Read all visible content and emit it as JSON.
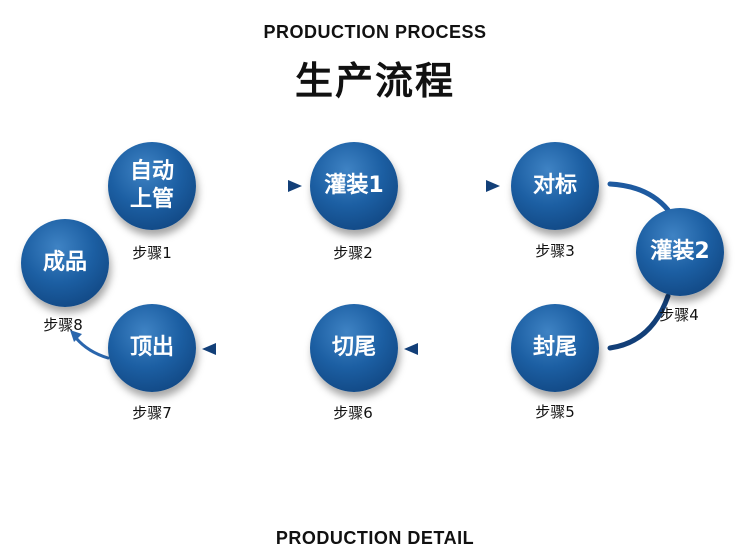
{
  "header": {
    "title_en": "PRODUCTION PROCESS",
    "title_cn": "生产流程"
  },
  "footer": {
    "title_en": "PRODUCTION DETAIL"
  },
  "process": {
    "steps": [
      {
        "node_label": "自动上管",
        "step_label": "步骤1"
      },
      {
        "node_label": "灌装1",
        "step_label": "步骤2"
      },
      {
        "node_label": "对标",
        "step_label": "步骤3"
      },
      {
        "node_label": "灌装2",
        "step_label": "步骤4"
      },
      {
        "node_label": "封尾",
        "step_label": "步骤5"
      },
      {
        "node_label": "切尾",
        "step_label": "步骤6"
      },
      {
        "node_label": "顶出",
        "step_label": "步骤7"
      },
      {
        "node_label": "成品",
        "step_label": "步骤8"
      }
    ]
  },
  "colors": {
    "node_blue": "#1c5fa3",
    "arrow_blue": "#1f4f8c"
  }
}
